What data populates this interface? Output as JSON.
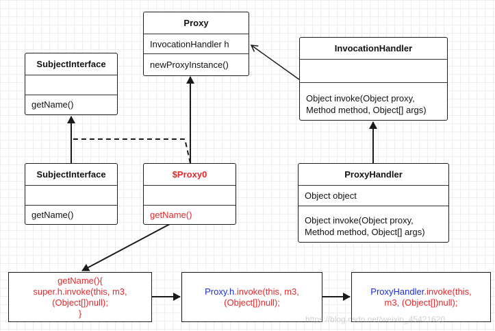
{
  "proxy": {
    "name": "Proxy",
    "field": "InvocationHandler h",
    "method": "newProxyInstance()"
  },
  "invocation_handler": {
    "name": "InvocationHandler",
    "method_line1": "Object invoke(Object proxy,",
    "method_line2": "Method method, Object[] args)"
  },
  "subject_interface_top": {
    "name": "SubjectInterface",
    "method": "getName()"
  },
  "subject_interface_bottom": {
    "name": "SubjectInterface",
    "method": "getName()"
  },
  "proxy0": {
    "name": "$Proxy0",
    "method": "getName()"
  },
  "proxy_handler": {
    "name": "ProxyHandler",
    "field": "Object object",
    "method_line1": "Object invoke(Object proxy,",
    "method_line2": "Method method, Object[] args)"
  },
  "flow_1": {
    "line1": "getName(){",
    "line2": "super.h.invoke(this, m3,",
    "line3": "(Object[])null);",
    "line4": "}"
  },
  "flow_2": {
    "line1_prefix": "Proxy.h",
    "line1_suffix": ".invoke(this, m3,",
    "line2": "(Object[])null);"
  },
  "flow_3": {
    "line1_prefix": "ProxyHandler",
    "line1_suffix": ".invoke(this,",
    "line2": "m3, (Object[])null);"
  },
  "watermark": "https://blog.csdn.net/weixin_45421620",
  "colors": {
    "line": "#1a1a1a",
    "highlight_red": "#e8272a",
    "highlight_blue": "#1a2be0"
  }
}
